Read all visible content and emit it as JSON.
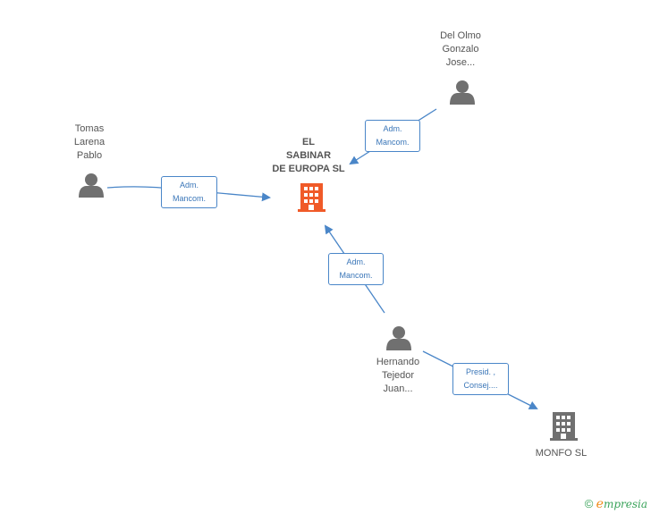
{
  "nodes": {
    "main_company": {
      "lines": [
        "EL",
        "SABINAR",
        "DE EUROPA SL"
      ]
    },
    "person_delolmo": {
      "lines": [
        "Del Olmo",
        "Gonzalo",
        "Jose..."
      ]
    },
    "person_tomas": {
      "lines": [
        "Tomas",
        "Larena",
        "Pablo"
      ]
    },
    "person_hernando": {
      "lines": [
        "Hernando",
        "Tejedor",
        "Juan..."
      ]
    },
    "company_monfo": {
      "lines": [
        "MONFO SL"
      ]
    }
  },
  "edges": {
    "delolmo_main": {
      "lines": [
        "Adm.",
        "Mancom."
      ]
    },
    "tomas_main": {
      "lines": [
        "Adm.",
        "Mancom."
      ]
    },
    "hernando_main": {
      "lines": [
        "Adm.",
        "Mancom."
      ]
    },
    "hernando_monfo": {
      "lines": [
        "Presid. ,",
        "Consej...."
      ]
    }
  },
  "footer": {
    "copyright": "©",
    "brand_initial": "e",
    "brand_rest": "mpresia"
  },
  "colors": {
    "edge": "#4a86c8",
    "main_company": "#f05a28",
    "node_gray": "#707070",
    "text": "#555555"
  },
  "icons": {
    "main_company": "building-icon",
    "company_monfo": "building-icon",
    "persons": "person-icon"
  }
}
